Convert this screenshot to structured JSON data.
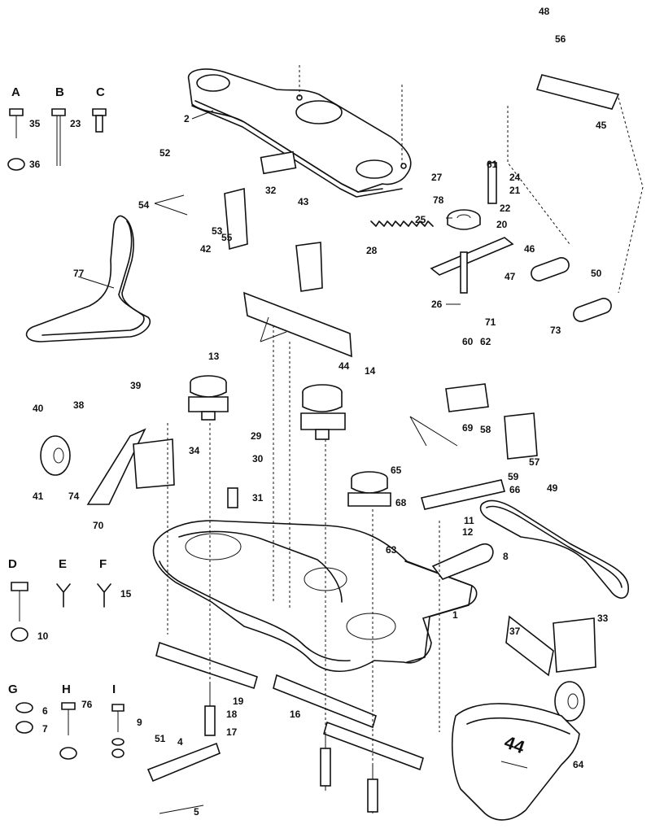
{
  "legend_letters": [
    "A",
    "B",
    "C",
    "D",
    "E",
    "F",
    "G",
    "H",
    "I"
  ],
  "deck_badge": "44",
  "part_numbers": [
    "1",
    "2",
    "4",
    "5",
    "6",
    "7",
    "8",
    "9",
    "10",
    "11",
    "12",
    "13",
    "14",
    "15",
    "16",
    "17",
    "18",
    "19",
    "20",
    "21",
    "22",
    "23",
    "24",
    "25",
    "26",
    "27",
    "28",
    "29",
    "30",
    "31",
    "32",
    "33",
    "34",
    "35",
    "36",
    "37",
    "38",
    "39",
    "40",
    "41",
    "42",
    "43",
    "44",
    "45",
    "46",
    "47",
    "48",
    "49",
    "50",
    "51",
    "52",
    "53",
    "54",
    "55",
    "56",
    "57",
    "58",
    "59",
    "60",
    "61",
    "62",
    "63",
    "64",
    "65",
    "66",
    "68",
    "69",
    "70",
    "71",
    "73",
    "74",
    "76",
    "77",
    "78"
  ]
}
